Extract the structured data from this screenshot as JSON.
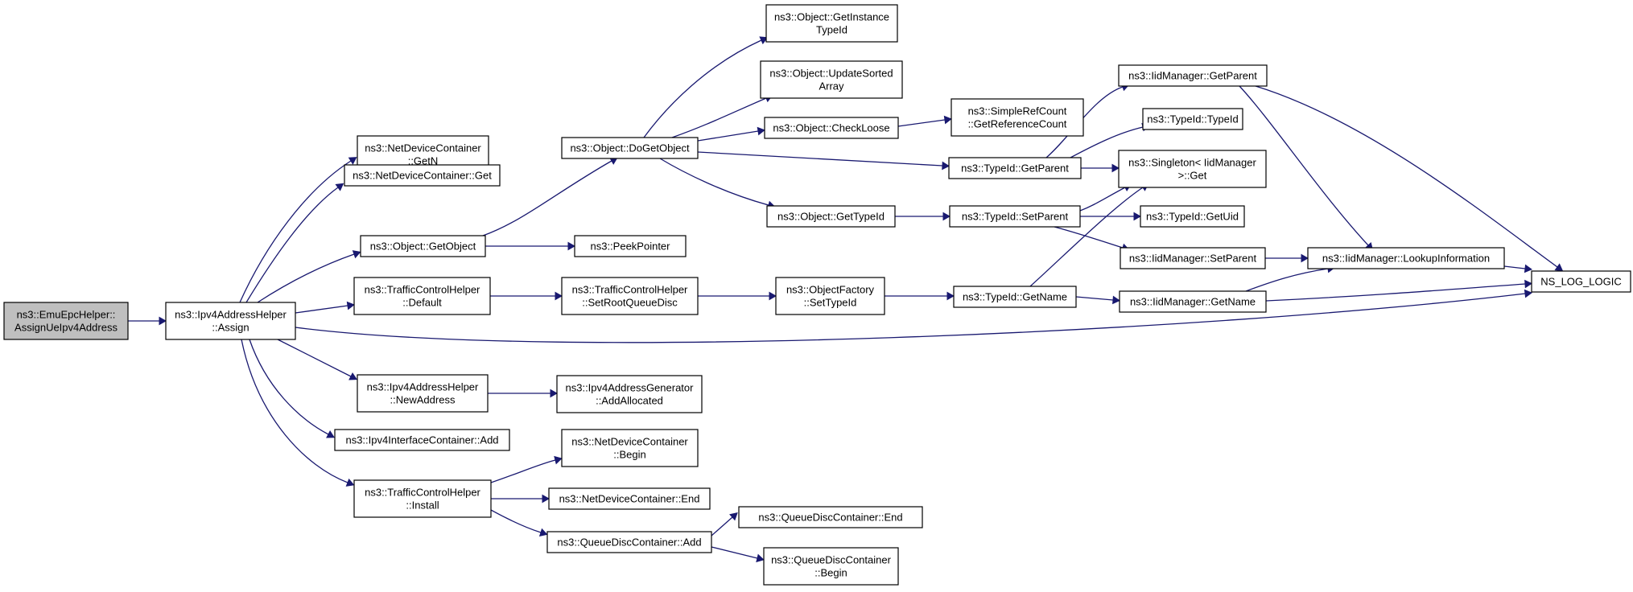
{
  "colors": {
    "edge": "#191970",
    "root_fill": "#bfbfbf",
    "node_fill": "#ffffff",
    "border": "#000000"
  },
  "nodes": {
    "n_root": [
      "ns3::EmuEpcHelper::",
      "AssignUeIpv4Address"
    ],
    "n_assign": [
      "ns3::Ipv4AddressHelper",
      "::Assign"
    ],
    "n_ndc_getn": [
      "ns3::NetDeviceContainer",
      "::GetN"
    ],
    "n_ndc_get": [
      "ns3::NetDeviceContainer::Get"
    ],
    "n_getobject": [
      "ns3::Object::GetObject"
    ],
    "n_tch_default": [
      "ns3::TrafficControlHelper",
      "::Default"
    ],
    "n_newaddress": [
      "ns3::Ipv4AddressHelper",
      "::NewAddress"
    ],
    "n_iic_add": [
      "ns3::Ipv4InterfaceContainer::Add"
    ],
    "n_tch_install": [
      "ns3::TrafficControlHelper",
      "::Install"
    ],
    "n_dogetobject": [
      "ns3::Object::DoGetObject"
    ],
    "n_peekpointer": [
      "ns3::PeekPointer"
    ],
    "n_setrootqd": [
      "ns3::TrafficControlHelper",
      "::SetRootQueueDisc"
    ],
    "n_addallocated": [
      "ns3::Ipv4AddressGenerator",
      "::AddAllocated"
    ],
    "n_ndc_begin": [
      "ns3::NetDeviceContainer",
      "::Begin"
    ],
    "n_ndc_end": [
      "ns3::NetDeviceContainer::End"
    ],
    "n_qdc_add": [
      "ns3::QueueDiscContainer::Add"
    ],
    "n_getinstancetypeid": [
      "ns3::Object::GetInstance",
      "TypeId"
    ],
    "n_updatesorted": [
      "ns3::Object::UpdateSorted",
      "Array"
    ],
    "n_checkloose": [
      "ns3::Object::CheckLoose"
    ],
    "n_obj_gettypeid": [
      "ns3::Object::GetTypeId"
    ],
    "n_of_settypeid": [
      "ns3::ObjectFactory",
      "::SetTypeId"
    ],
    "n_qdc_end": [
      "ns3::QueueDiscContainer::End"
    ],
    "n_qdc_begin": [
      "ns3::QueueDiscContainer",
      "::Begin"
    ],
    "n_getrefcount": [
      "ns3::SimpleRefCount",
      "::GetReferenceCount"
    ],
    "n_tid_getparent": [
      "ns3::TypeId::GetParent"
    ],
    "n_tid_setparent": [
      "ns3::TypeId::SetParent"
    ],
    "n_tid_getname": [
      "ns3::TypeId::GetName"
    ],
    "n_iid_getparent": [
      "ns3::IidManager::GetParent"
    ],
    "n_tid_typeid": [
      "ns3::TypeId::TypeId"
    ],
    "n_singleton_get": [
      "ns3::Singleton< IidManager",
      ">::Get"
    ],
    "n_tid_getuid": [
      "ns3::TypeId::GetUid"
    ],
    "n_iid_setparent": [
      "ns3::IidManager::SetParent"
    ],
    "n_iid_getname": [
      "ns3::IidManager::GetName"
    ],
    "n_iid_lookup": [
      "ns3::IidManager::LookupInformation"
    ],
    "n_nslog": [
      "NS_LOG_LOGIC"
    ]
  }
}
